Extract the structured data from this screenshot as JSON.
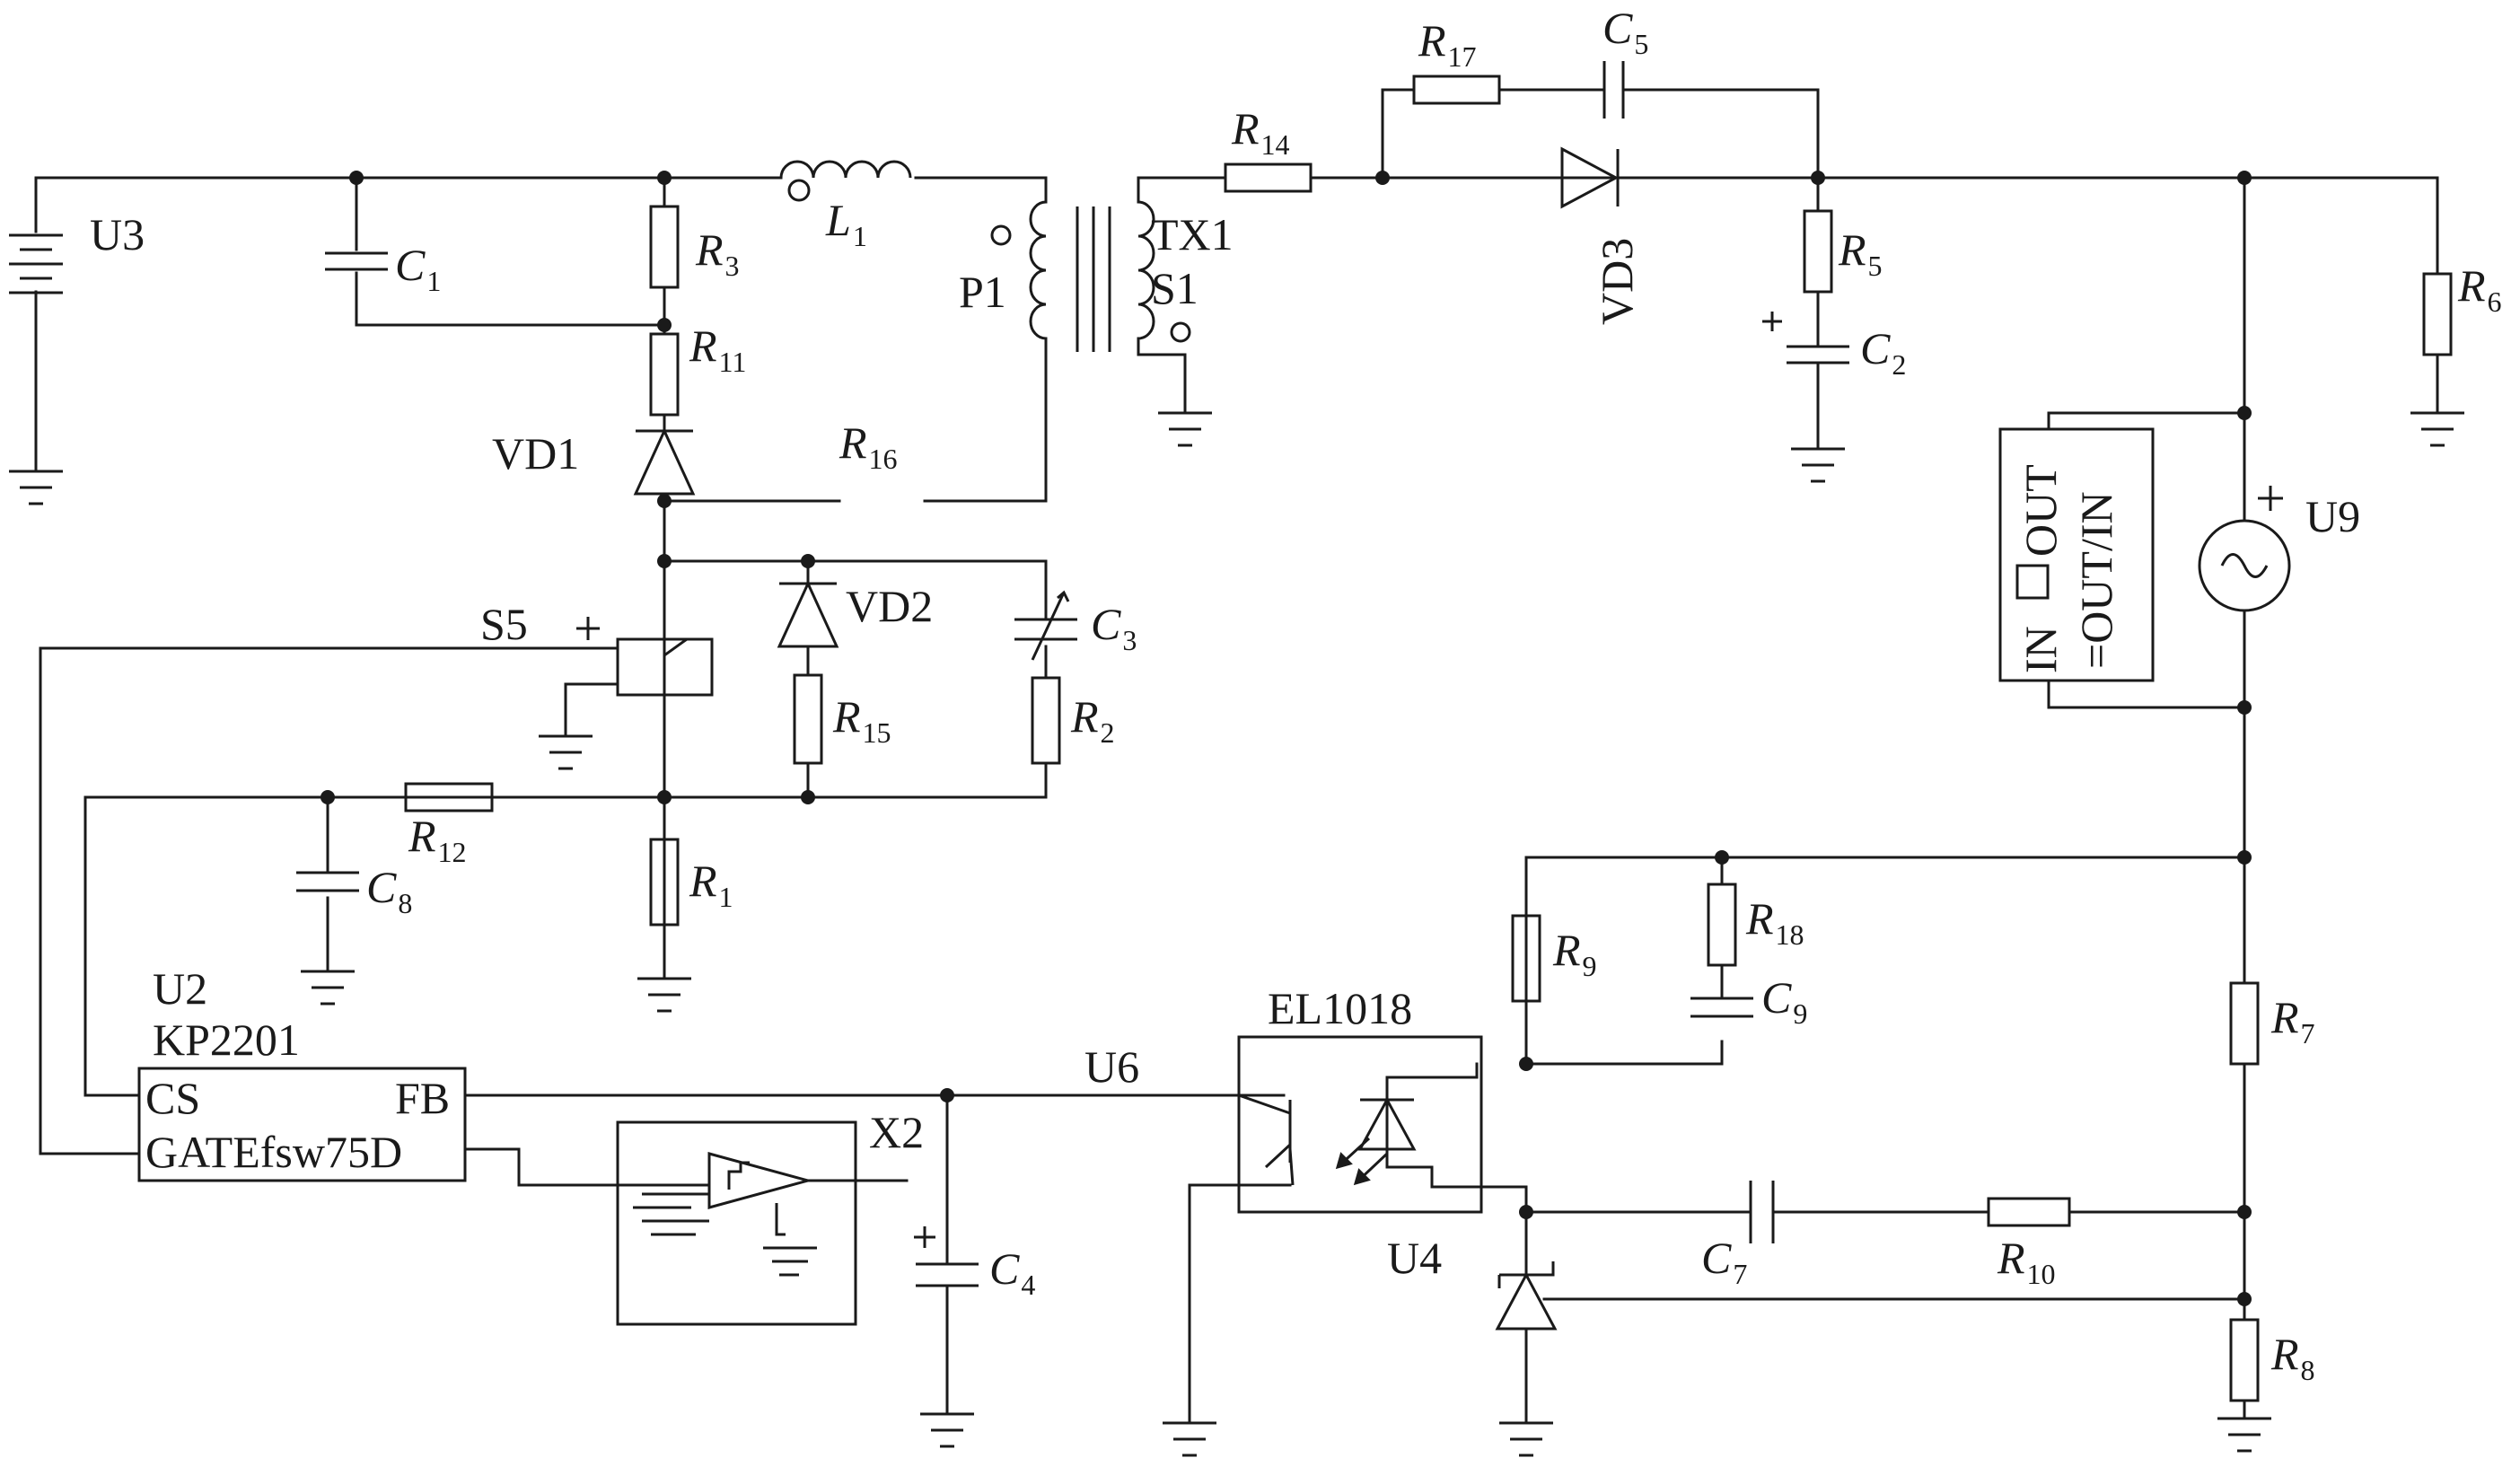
{
  "diagram": {
    "type": "circuit-schematic",
    "components": [
      {
        "id": "U3",
        "kind": "battery",
        "label": "U3"
      },
      {
        "id": "C1",
        "kind": "capacitor",
        "label_main": "C",
        "label_sub": "1"
      },
      {
        "id": "R3",
        "kind": "resistor",
        "label_main": "R",
        "label_sub": "3"
      },
      {
        "id": "L1",
        "kind": "inductor",
        "label_main": "L",
        "label_sub": "1"
      },
      {
        "id": "P1",
        "kind": "transformer-primary",
        "label": "P1"
      },
      {
        "id": "TX1",
        "kind": "transformer",
        "label": "TX1"
      },
      {
        "id": "S1",
        "kind": "transformer-secondary",
        "label": "S1"
      },
      {
        "id": "R14",
        "kind": "resistor",
        "label_main": "R",
        "label_sub": "14"
      },
      {
        "id": "R17",
        "kind": "resistor",
        "label_main": "R",
        "label_sub": "17"
      },
      {
        "id": "C5",
        "kind": "capacitor",
        "label_main": "C",
        "label_sub": "5"
      },
      {
        "id": "VD3",
        "kind": "diode",
        "label": "VD3"
      },
      {
        "id": "R5",
        "kind": "resistor",
        "label_main": "R",
        "label_sub": "5"
      },
      {
        "id": "C2",
        "kind": "electrolytic-capacitor",
        "label_main": "C",
        "label_sub": "2",
        "polarity": "+"
      },
      {
        "id": "R6",
        "kind": "resistor",
        "label_main": "R",
        "label_sub": "6"
      },
      {
        "id": "R11",
        "kind": "resistor",
        "label_main": "R",
        "label_sub": "11"
      },
      {
        "id": "VD1",
        "kind": "diode",
        "label": "VD1"
      },
      {
        "id": "R16",
        "kind": "resistor",
        "label_main": "R",
        "label_sub": "16"
      },
      {
        "id": "VD2",
        "kind": "diode",
        "label": "VD2"
      },
      {
        "id": "C3",
        "kind": "variable-capacitor",
        "label_main": "C",
        "label_sub": "3"
      },
      {
        "id": "R15",
        "kind": "resistor",
        "label_main": "R",
        "label_sub": "15"
      },
      {
        "id": "R2",
        "kind": "resistor",
        "label_main": "R",
        "label_sub": "2"
      },
      {
        "id": "S5",
        "kind": "switch",
        "label": "S5",
        "polarity": "+"
      },
      {
        "id": "R12",
        "kind": "resistor",
        "label_main": "R",
        "label_sub": "12"
      },
      {
        "id": "C8",
        "kind": "capacitor",
        "label_main": "C",
        "label_sub": "8"
      },
      {
        "id": "R1",
        "kind": "resistor",
        "label_main": "R",
        "label_sub": "1"
      },
      {
        "id": "U2",
        "kind": "ic",
        "label": "U2",
        "part": "KP2201",
        "pins": [
          "CS",
          "FB",
          "GATEfsw75D"
        ]
      },
      {
        "id": "X2",
        "kind": "comparator-block",
        "label": "X2"
      },
      {
        "id": "C4",
        "kind": "electrolytic-capacitor",
        "label_main": "C",
        "label_sub": "4",
        "polarity": "+"
      },
      {
        "id": "U6",
        "kind": "net-label",
        "label": "U6"
      },
      {
        "id": "U4",
        "kind": "optocoupler",
        "label": "U4",
        "part": "EL1018"
      },
      {
        "id": "R9",
        "kind": "resistor",
        "label_main": "R",
        "label_sub": "9"
      },
      {
        "id": "R18",
        "kind": "resistor",
        "label_main": "R",
        "label_sub": "18"
      },
      {
        "id": "C9",
        "kind": "capacitor",
        "label_main": "C",
        "label_sub": "9"
      },
      {
        "id": "C7",
        "kind": "capacitor",
        "label_main": "C",
        "label_sub": "7"
      },
      {
        "id": "R10",
        "kind": "resistor",
        "label_main": "R",
        "label_sub": "10"
      },
      {
        "id": "R7",
        "kind": "resistor",
        "label_main": "R",
        "label_sub": "7"
      },
      {
        "id": "R8",
        "kind": "resistor",
        "label_main": "R",
        "label_sub": "8"
      },
      {
        "id": "U9",
        "kind": "ac-source",
        "label": "U9",
        "polarity": "+"
      },
      {
        "id": "IO",
        "kind": "io-block",
        "labels": [
          "IN",
          "OUT",
          "=OUT/IN"
        ]
      }
    ]
  }
}
